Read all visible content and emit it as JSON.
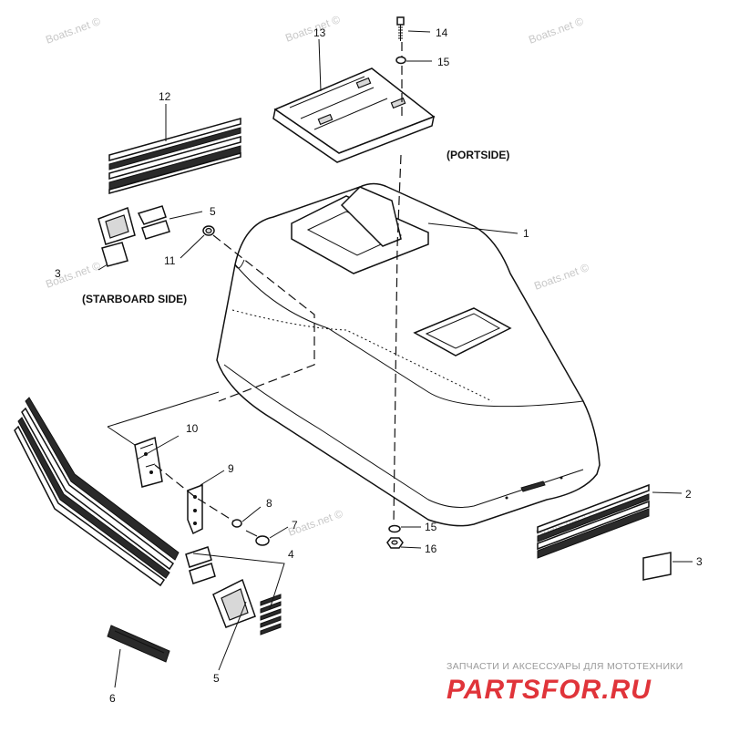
{
  "watermarks": [
    "Boats.net ©",
    "Boats.net ©",
    "Boats.net ©",
    "Boats.net ©",
    "Boats.net ©",
    "Boats.net ©",
    "Boats.net ©"
  ],
  "captions": {
    "portside": "(PORTSIDE)",
    "starboard": "(STARBOARD SIDE)"
  },
  "callouts": {
    "c1": "1",
    "c2": "2",
    "c3a": "3",
    "c3b": "3",
    "c4": "4",
    "c5a": "5",
    "c5b": "5",
    "c6": "6",
    "c7": "7",
    "c8": "8",
    "c9": "9",
    "c10": "10",
    "c11": "11",
    "c12": "12",
    "c13": "13",
    "c14": "14",
    "c15a": "15",
    "c15b": "15",
    "c16": "16"
  },
  "brand": {
    "tagline": "ЗАПЧАСТИ И АКСЕССУАРЫ ДЛЯ МОТОТЕХНИКИ",
    "logo": "PARTSFOR.RU",
    "color": "#e0343a",
    "tagline_color": "#9a9a9a"
  }
}
